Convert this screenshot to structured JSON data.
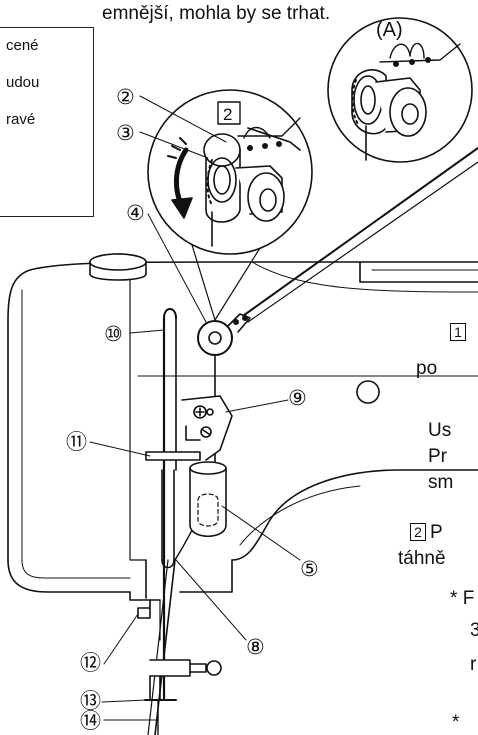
{
  "top_text": "emnější, mohla by se trhat.",
  "note_box": {
    "lines": [
      "cené",
      "udou",
      "ravé"
    ]
  },
  "inset_labels": {
    "detail_a": "(A)",
    "step_box": "2"
  },
  "callouts": [
    "2",
    "3",
    "4",
    "10",
    "9",
    "11",
    "5",
    "8",
    "12",
    "13",
    "14"
  ],
  "callout_glyphs": {
    "n2": "②",
    "n3": "③",
    "n4": "④",
    "n5": "⑤",
    "n8": "⑧",
    "n9": "⑨",
    "n10": "⑩",
    "n11": "⑪",
    "n12": "⑫",
    "n13": "⑬",
    "n14": "⑭"
  },
  "right_text": {
    "step1_box": "1",
    "step1_line2": "po",
    "line_us": "Us",
    "line_pr": "Pr",
    "line_sm": "sm",
    "step2_box": "2",
    "step2_line1": "P",
    "step2_line2": "táhně",
    "bullet1_mark": "*",
    "bullet1_text": "F",
    "bullet1_line2": "3",
    "bullet1_line3": "r",
    "bullet2_mark": "*"
  }
}
